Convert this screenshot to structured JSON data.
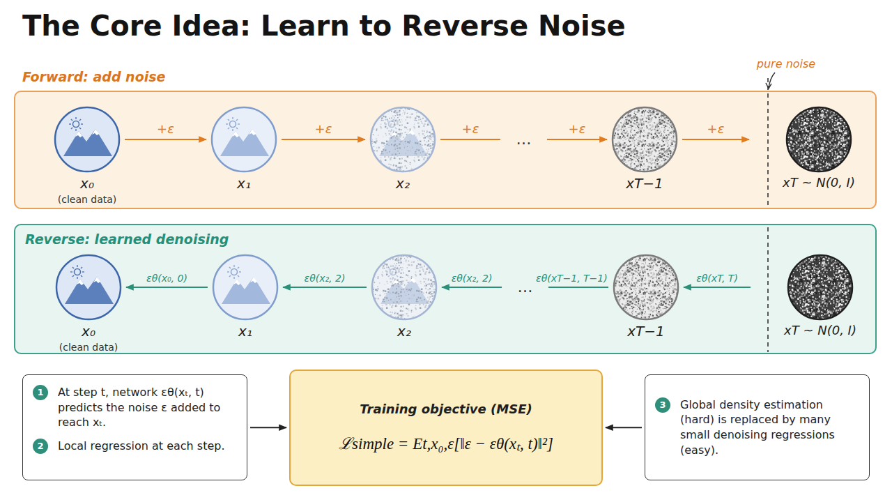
{
  "diagram": {
    "title": "The Core Idea: Learn to Reverse Noise",
    "nodes": [
      {
        "text": [
          "Forward: add noise"
        ]
      },
      {
        "text": [
          "x₀",
          "(clean data)"
        ],
        "in": 0
      },
      {
        "text": [
          "x₁"
        ],
        "in": 0
      },
      {
        "text": [
          "x₂"
        ],
        "in": 0
      },
      {
        "text": [
          "xT−1"
        ],
        "in": 0
      },
      {
        "text": [
          "xT ~ N(0, I)"
        ],
        "in": 0
      },
      {
        "text": [
          "Reverse: learned denoising"
        ]
      },
      {
        "text": [
          "x₀",
          "(clean data)"
        ],
        "in": 6
      },
      {
        "text": [
          "x₁"
        ],
        "in": 6
      },
      {
        "text": [
          "x₂"
        ],
        "in": 6
      },
      {
        "text": [
          "xT−1"
        ],
        "in": 6
      },
      {
        "text": [
          "xT ~ N(0, I)"
        ],
        "in": 6
      },
      {
        "text": [
          "At step t, network εθ(xₜ, t) predicts the noise ε added to reach xₜ.",
          "Local regression at each step."
        ]
      },
      {
        "text": [
          "Training objective (MSE)",
          "ℒsimple = Et,x₀,ε[‖ε − εθ(xₜ, t)‖²]"
        ]
      },
      {
        "text": [
          "Global density estimation (hard) is replaced by many small denoising regressions (easy)."
        ]
      }
    ],
    "edges": [
      {
        "from": 1,
        "to": 2,
        "arrow": "to",
        "label": "+ε"
      },
      {
        "from": 2,
        "to": 3,
        "arrow": "to",
        "label": "+ε"
      },
      {
        "from": 3,
        "to": 4,
        "arrow": "to",
        "label": "+ε"
      },
      {
        "from": 4,
        "to": 5,
        "arrow": "to",
        "label": "+ε"
      },
      {
        "from": 11,
        "to": 10,
        "arrow": "to",
        "label": "εθ(xT, T)"
      },
      {
        "from": 10,
        "to": 9,
        "arrow": "to",
        "label": "εθ(xT−1, T−1)"
      },
      {
        "from": 9,
        "to": 8,
        "arrow": "to",
        "label": "εθ(x₂, 2)"
      },
      {
        "from": 8,
        "to": 7,
        "arrow": "to",
        "label": "εθ(x₀, 0)"
      },
      {
        "from": 12,
        "to": 13,
        "arrow": "to"
      },
      {
        "from": 14,
        "to": 13,
        "arrow": "to"
      }
    ],
    "labels": [
      "…",
      "+ε",
      "…",
      "εθ(x₂, 2)",
      "pure noise",
      "1",
      "2",
      "3"
    ]
  }
}
